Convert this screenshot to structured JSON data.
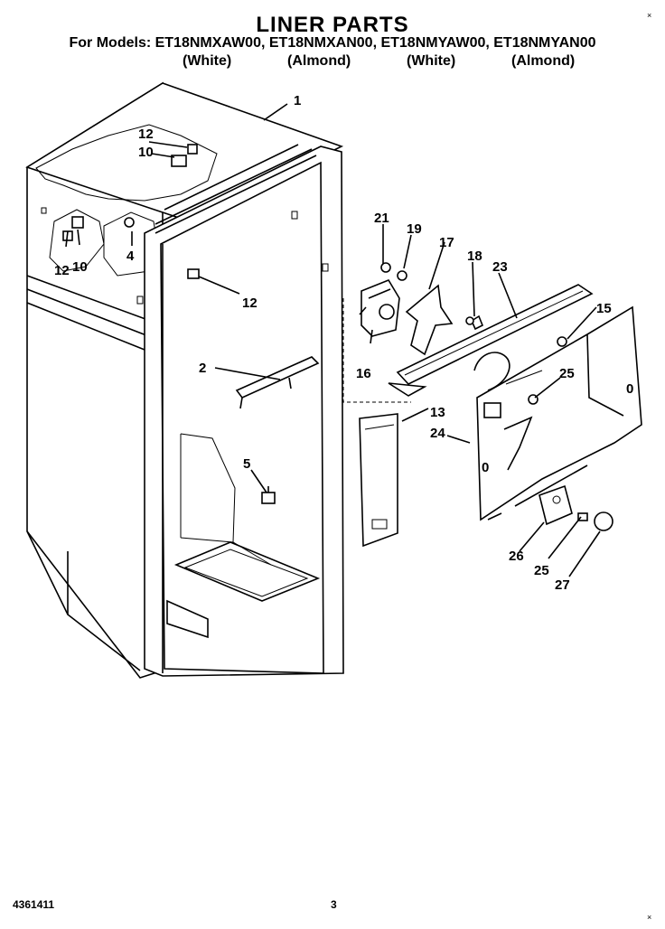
{
  "header": {
    "title": "LINER PARTS",
    "models_line": "For Models: ET18NMXAW00, ET18NMXAN00, ET18NMYAW00, ET18NMYAN00",
    "variants": [
      "(White)",
      "(Almond)",
      "(White)",
      "(Almond)"
    ]
  },
  "callouts": [
    "1",
    "12",
    "10",
    "12",
    "10",
    "4",
    "12",
    "2",
    "5",
    "21",
    "19",
    "17",
    "18",
    "23",
    "15",
    "16",
    "25",
    "13",
    "24",
    "26",
    "25",
    "27"
  ],
  "footer": {
    "code": "4361411",
    "page": "3"
  },
  "corner_marks": {
    "tr": "×",
    "br": "×"
  }
}
